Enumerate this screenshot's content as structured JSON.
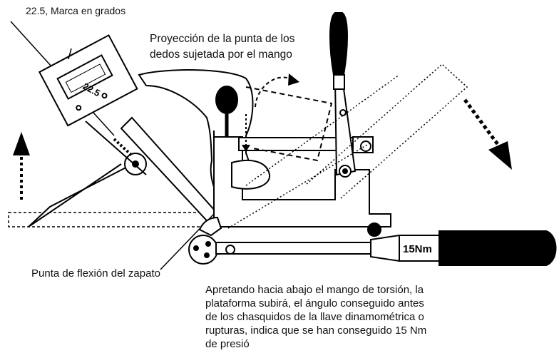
{
  "labels": {
    "degree_mark": "22.5, Marca en grados",
    "projection_line1": "Proyección de la punta de los",
    "projection_line2": "dedos sujetada por el mango",
    "flex_point": "Punta de flexión del zapato",
    "instruction_lines": [
      "Apretando hacia abajo el mango de torsión, la",
      "plataforma subirá, el ángulo conseguido antes",
      "de los chasquidos de la llave dinamométrica o",
      "rupturas, indica que se han conseguido 15 Nm",
      "de presió"
    ]
  },
  "gauge_reading": "22.5",
  "wrench_label": "15Nm",
  "colors": {
    "ink": "#000000",
    "paper": "#ffffff"
  }
}
